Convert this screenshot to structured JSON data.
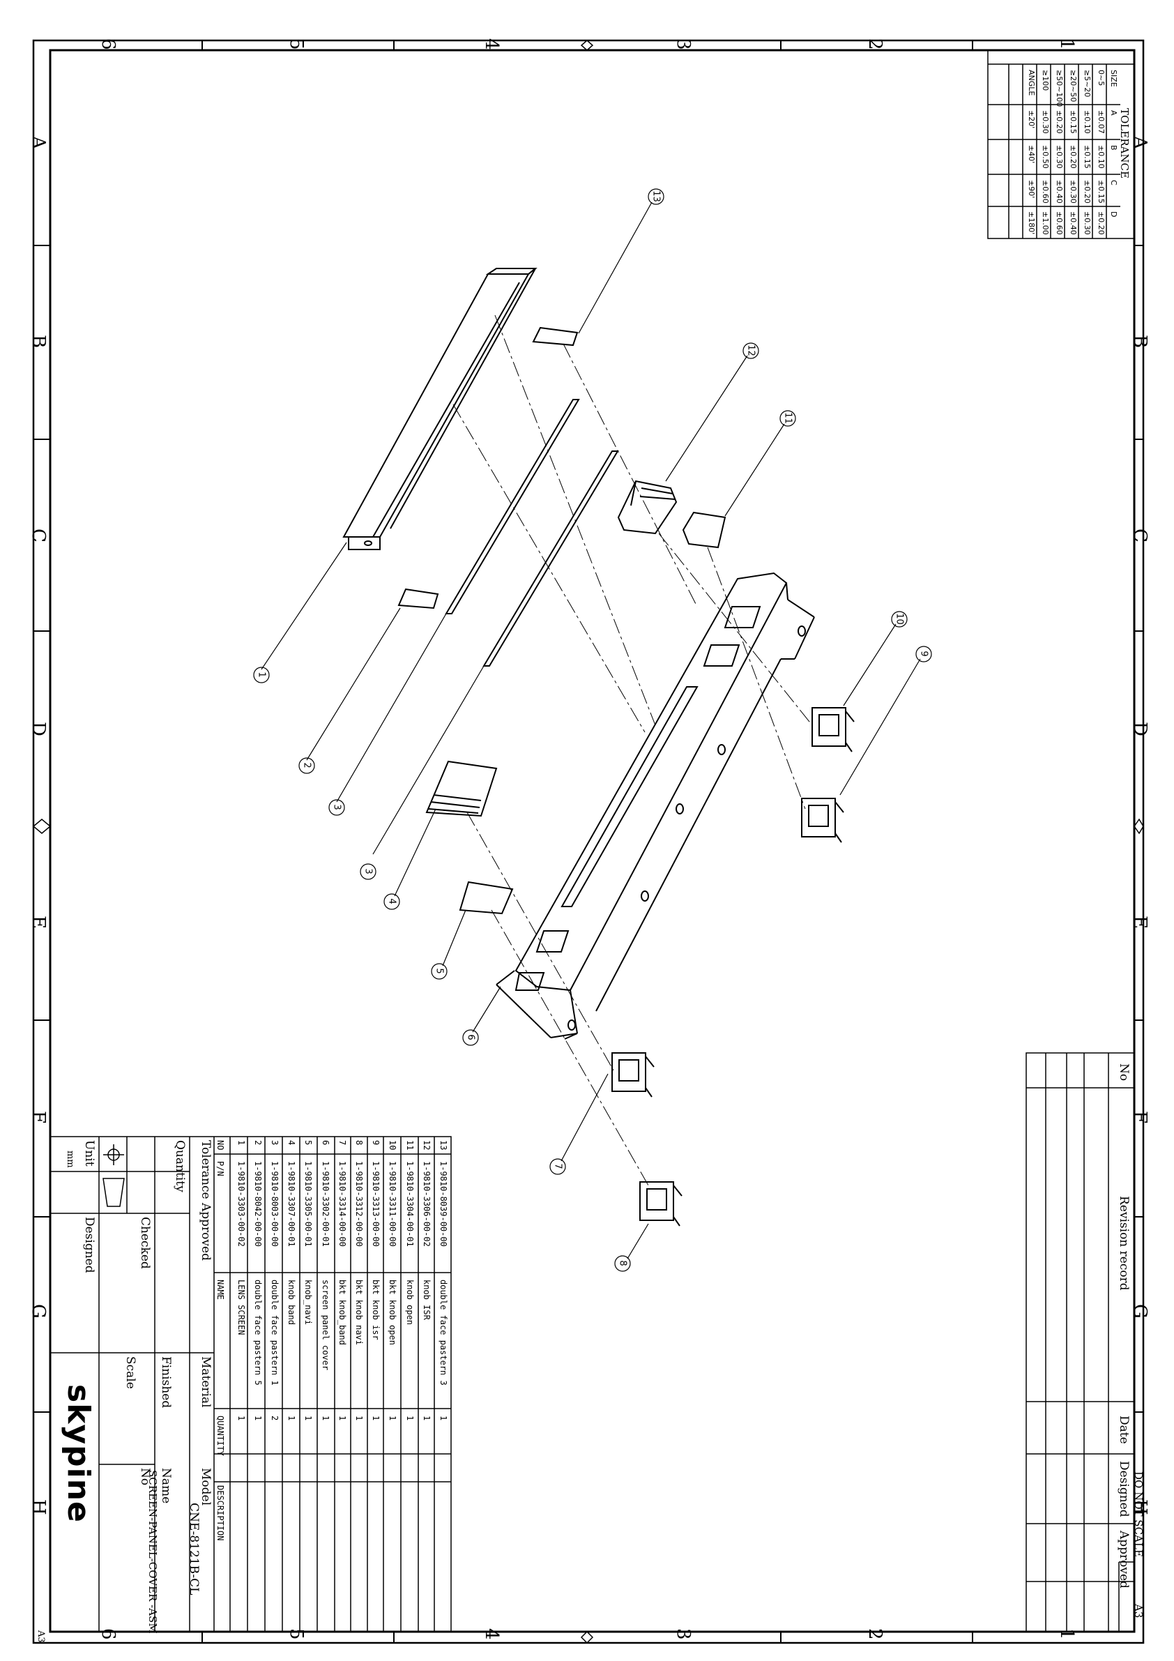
{
  "zones": {
    "cols": [
      "6",
      "5",
      "4",
      "3",
      "2",
      "1"
    ],
    "rows": [
      "A",
      "B",
      "C",
      "D",
      "E",
      "F",
      "G",
      "H"
    ],
    "sheet_size": "A3"
  },
  "tolerance": {
    "title": "TOLERANCE",
    "headers": [
      "SIZE",
      "A",
      "B",
      "C",
      "D"
    ],
    "rows": [
      [
        "0~5",
        "±0.07",
        "±0.10",
        "±0.15",
        "±0.20"
      ],
      [
        "≥5~20",
        "±0.10",
        "±0.15",
        "±0.20",
        "±0.30"
      ],
      [
        "≥20~50",
        "±0.15",
        "±0.20",
        "±0.30",
        "±0.40"
      ],
      [
        "≥50~100",
        "±0.20",
        "±0.30",
        "±0.40",
        "±0.60"
      ],
      [
        "≥100",
        "±0.30",
        "±0.50",
        "±0.60",
        "±1.00"
      ],
      [
        "ANGLE",
        "±20'",
        "±40'",
        "±90'",
        "±180'"
      ]
    ]
  },
  "revision": {
    "headers": [
      "No",
      "Revision record",
      "Date",
      "Designed",
      "Approved"
    ],
    "do_not_scale": "DO NOT SCALE",
    "size": "A3"
  },
  "bom": {
    "headers": [
      "NO",
      "P/N",
      "NAME",
      "QUANTITY",
      "DESCRIPTION"
    ],
    "rows": [
      [
        "13",
        "1-9810-8039-00-00",
        "double face pastern 3",
        "1",
        ""
      ],
      [
        "12",
        "1-9810-3306-00-02",
        "knob ISR",
        "1",
        ""
      ],
      [
        "11",
        "1-9810-3304-00-01",
        "knob open",
        "1",
        ""
      ],
      [
        "10",
        "1-9810-3311-00-00",
        "bkt knob open",
        "1",
        ""
      ],
      [
        "9",
        "1-9810-3313-00-00",
        "bkt knob isr",
        "1",
        ""
      ],
      [
        "8",
        "1-9810-3312-00-00",
        "bkt knob navi",
        "1",
        ""
      ],
      [
        "7",
        "1-9810-3314-00-00",
        "bkt knob_band",
        "1",
        ""
      ],
      [
        "6",
        "1-9810-3302-00-01",
        "screen panel cover",
        "1",
        ""
      ],
      [
        "5",
        "1-9810-3305-00-01",
        "knob_navi",
        "1",
        ""
      ],
      [
        "4",
        "1-9810-3307-00-01",
        "knob band",
        "1",
        ""
      ],
      [
        "3",
        "1-9810-8003-00-00",
        "double face pastern 1",
        "2",
        ""
      ],
      [
        "2",
        "1-9810-8042-00-00",
        "double face pastern 5",
        "1",
        ""
      ],
      [
        "1",
        "1-9810-3303-00-02",
        "LENS SCREEN",
        "1",
        ""
      ]
    ]
  },
  "titleblock": {
    "tolerance": "Tolerance",
    "approved": "Approved",
    "material": "Material",
    "model_label": "Model",
    "model": "CNE-8121B-CL",
    "quantity": "Quantity",
    "finished": "Finished",
    "name_label": "Name",
    "name": "SCREEN-PANEL-COVER -ASM",
    "checked": "Checked",
    "scale": "Scale",
    "no": "No",
    "unit": "Unit",
    "unit_value": "mm",
    "designed": "Designed",
    "logo": "skypine"
  },
  "callouts": [
    "1",
    "2",
    "3",
    "3",
    "4",
    "5",
    "6",
    "7",
    "8",
    "9",
    "10",
    "11",
    "12",
    "13"
  ]
}
